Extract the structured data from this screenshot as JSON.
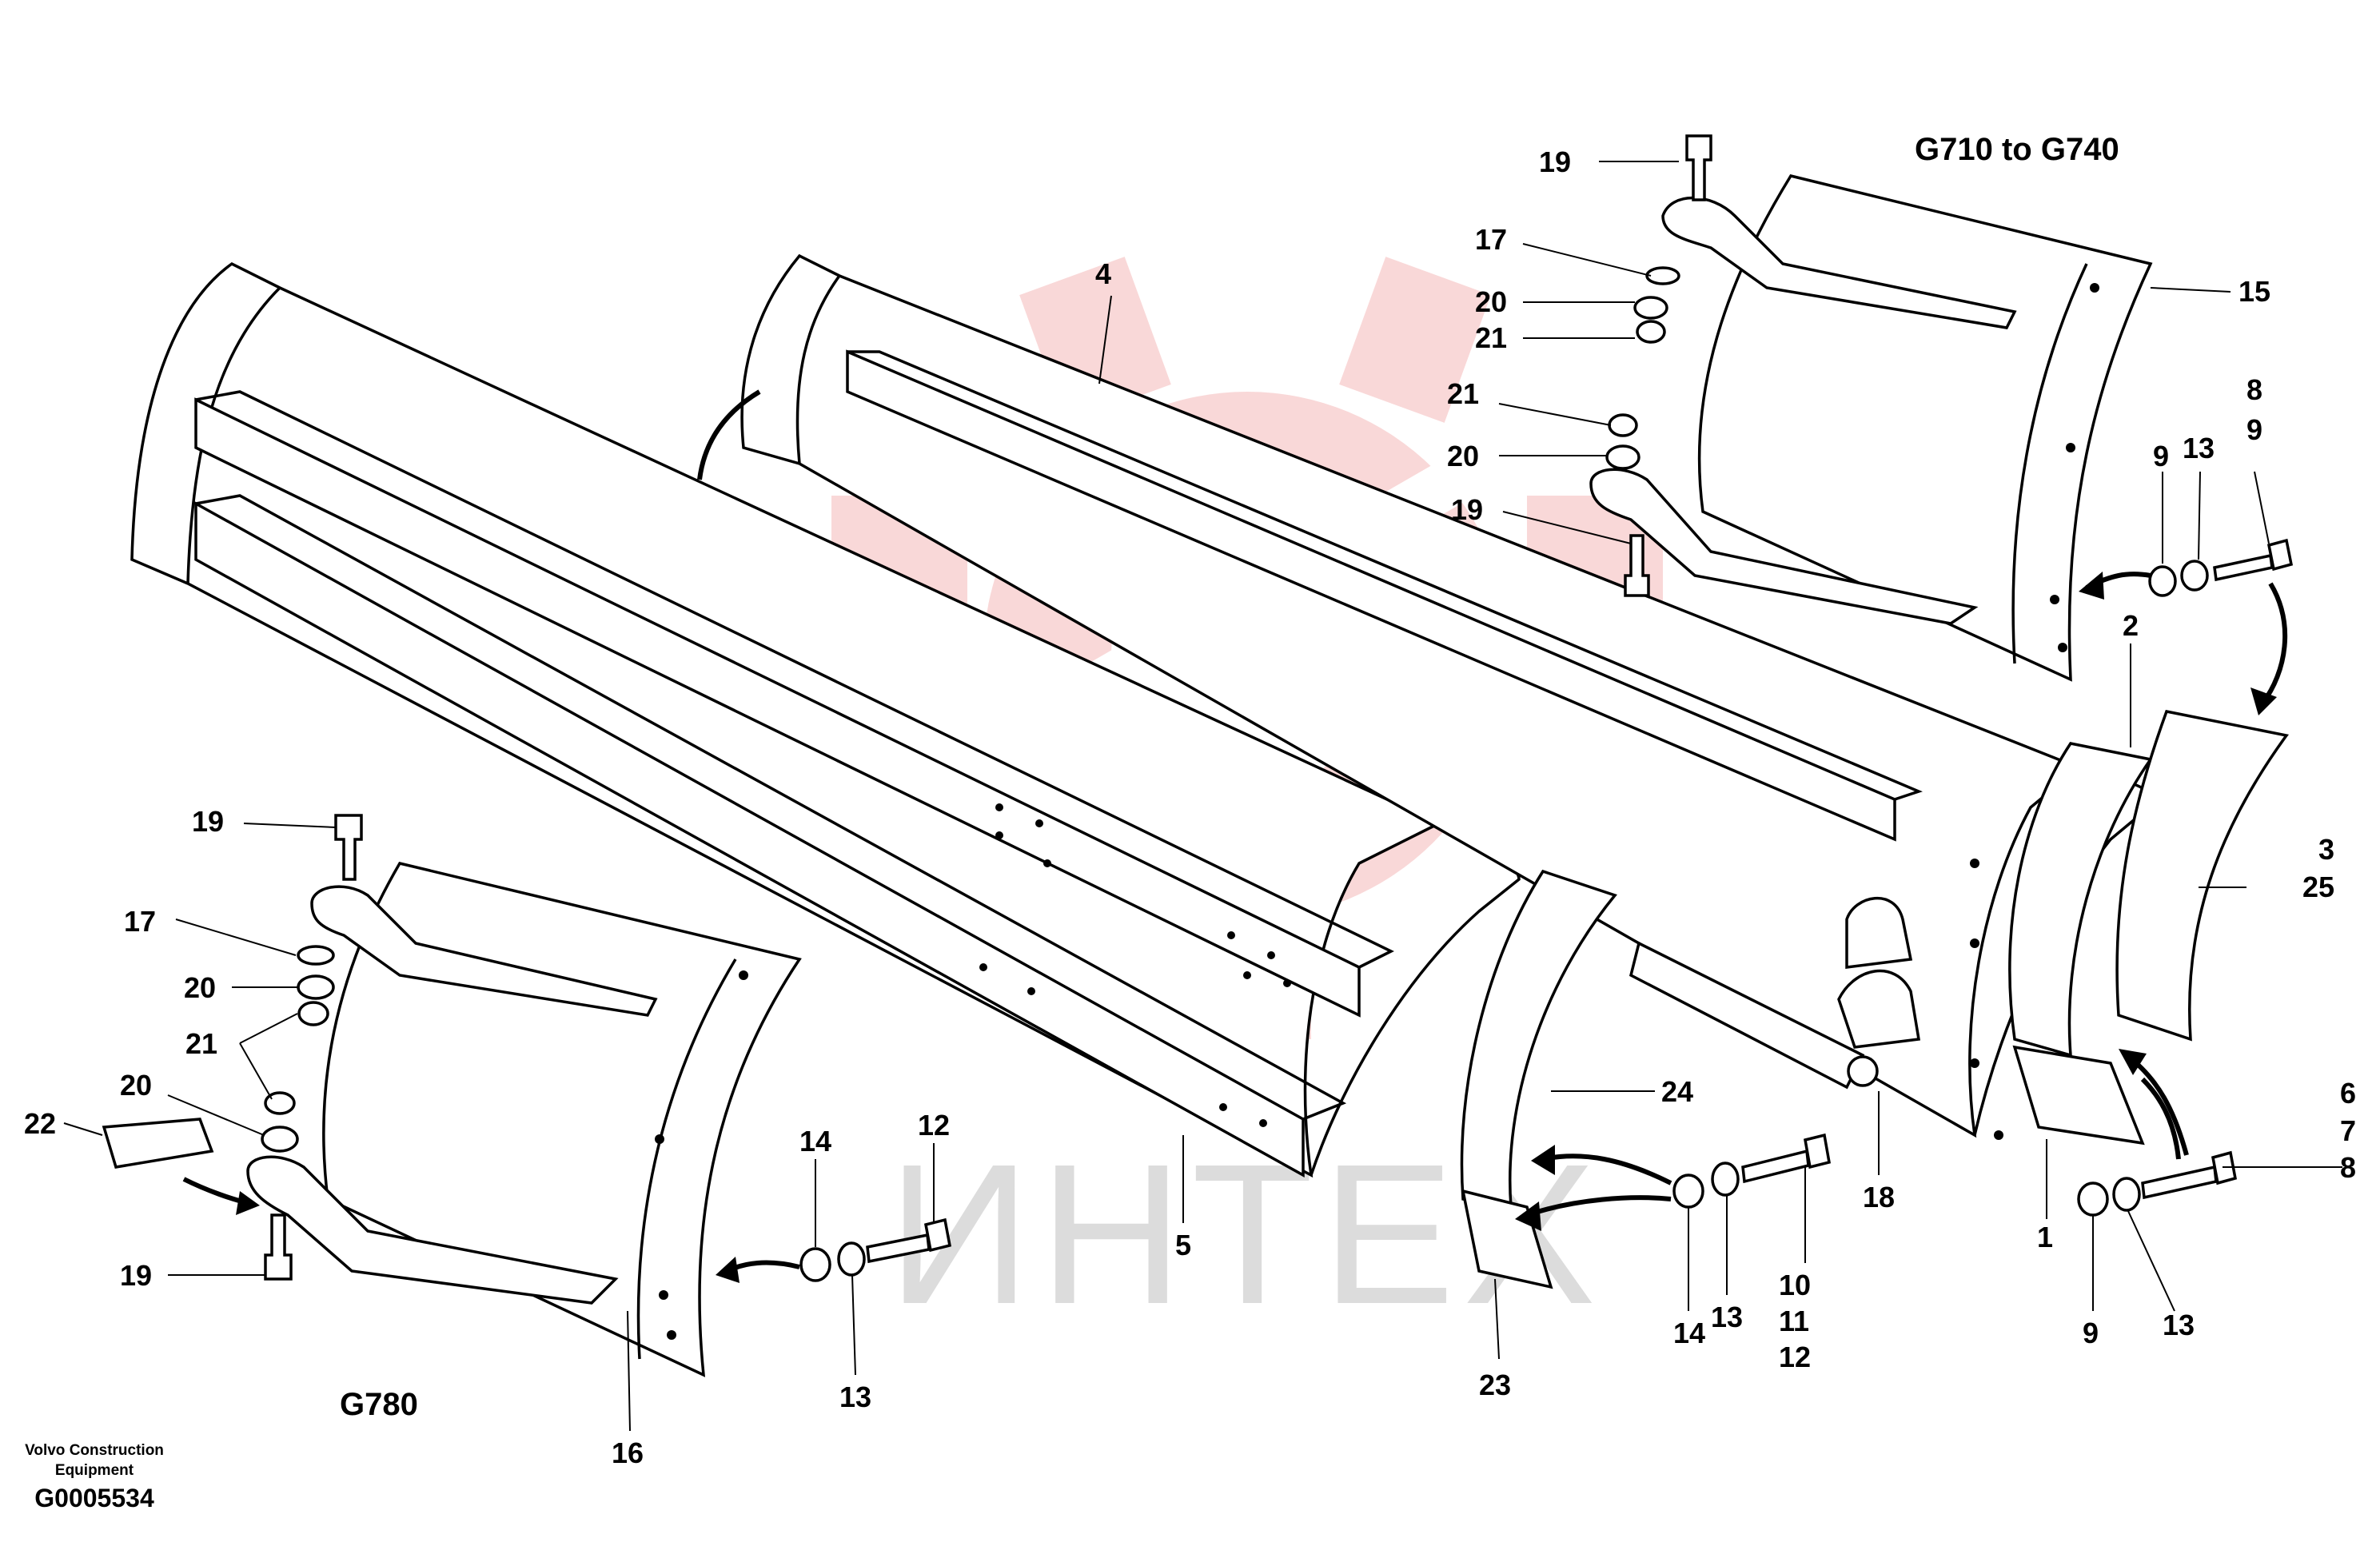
{
  "title_right": "G710 to G740",
  "title_left": "G780",
  "footer": {
    "brand_line1": "Volvo Construction",
    "brand_line2": "Equipment",
    "drawing_code": "G0005534"
  },
  "watermark": {
    "text": "ИНТЕХ",
    "color": "#f5b8b8"
  },
  "callouts": {
    "c19a": "19",
    "c17a": "17",
    "c20a": "20",
    "c21a": "21",
    "c21b": "21",
    "c20b": "20",
    "c19b": "19",
    "c4": "4",
    "c15": "15",
    "c8a": "8",
    "c9a": "9",
    "c9b": "9",
    "c13a": "13",
    "c2": "2",
    "c3": "3",
    "c25": "25",
    "c6": "6",
    "c7": "7",
    "c8b": "8",
    "c1": "1",
    "c18": "18",
    "c9c": "9",
    "c13b": "13",
    "c10": "10",
    "c11": "11",
    "c12a": "12",
    "c14a": "14",
    "c13c": "13",
    "c23": "23",
    "c24": "24",
    "c5": "5",
    "c12b": "12",
    "c14b": "14",
    "c13d": "13",
    "c16": "16",
    "c19c": "19",
    "c17b": "17",
    "c20c": "20",
    "c21c": "21",
    "c20d": "20",
    "c22": "22",
    "c19d": "19"
  }
}
